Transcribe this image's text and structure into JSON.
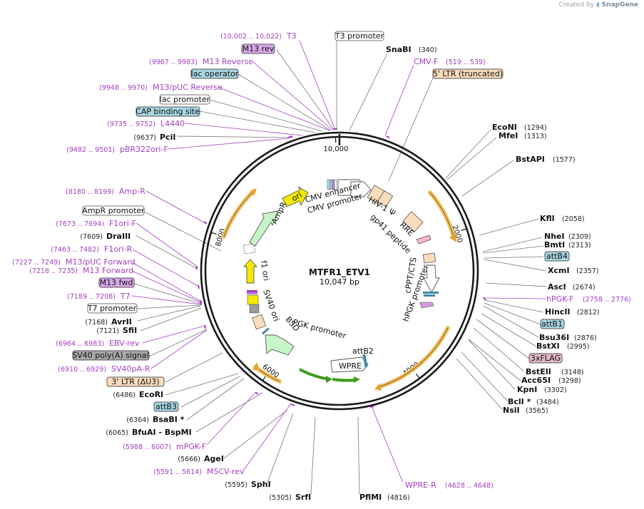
{
  "credit": {
    "prefix": "Created by",
    "brand": "SnapGene"
  },
  "plasmid": {
    "name": "MTFR1_ETV1",
    "length_label": "10,047 bp",
    "length": 10047
  },
  "ticks": [
    {
      "pos": 2000,
      "label": "2000"
    },
    {
      "pos": 4000,
      "label": "4000"
    },
    {
      "pos": 6000,
      "label": "6000"
    },
    {
      "pos": 8000,
      "label": "8000"
    },
    {
      "pos": 10000,
      "label": "10,000"
    }
  ],
  "colors": {
    "primer": "#a43ec1",
    "enzyme": "#111111",
    "line": "#777777",
    "orange": "#e8a33c",
    "green": "#3f9a1d",
    "ori_yellow": "#f5e800",
    "ampr_green": "#c8f5c8",
    "peach": "#f9dcbc",
    "teal": "#a7d6e1"
  },
  "enzymes": [
    {
      "name": "SnaBI",
      "pos": "(340)"
    },
    {
      "name": "EcoNI",
      "pos": "(1294)"
    },
    {
      "name": "MfeI",
      "pos": "(1313)"
    },
    {
      "name": "BstAPI",
      "pos": "(1577)"
    },
    {
      "name": "KflI",
      "pos": "(2058)"
    },
    {
      "name": "NheI",
      "pos": "(2309)"
    },
    {
      "name": "BmtI",
      "pos": "(2313)"
    },
    {
      "name": "XcmI",
      "pos": "(2357)"
    },
    {
      "name": "AscI",
      "pos": "(2674)"
    },
    {
      "name": "HincII",
      "pos": "(2812)"
    },
    {
      "name": "Bsu36I",
      "pos": "(2876)"
    },
    {
      "name": "BstXI",
      "pos": "(2995)"
    },
    {
      "name": "BstEII",
      "pos": "(3148)"
    },
    {
      "name": "Acc65I",
      "pos": "(3298)"
    },
    {
      "name": "KpnI",
      "pos": "(3302)"
    },
    {
      "name": "BclI *",
      "pos": "(3484)"
    },
    {
      "name": "NsiI",
      "pos": "(3565)"
    },
    {
      "name": "PflMI",
      "pos": "(4816)"
    },
    {
      "name": "SrfI",
      "pos": "(5305)"
    },
    {
      "name": "SphI",
      "pos": "(5595)"
    },
    {
      "name": "AgeI",
      "pos": "(5666)"
    },
    {
      "name": "BfuAI - BspMI",
      "pos": "(6065)"
    },
    {
      "name": "BsaBI *",
      "pos": "(6364)"
    },
    {
      "name": "EcoRI",
      "pos": "(6486)"
    },
    {
      "name": "SfiI",
      "pos": "(7121)"
    },
    {
      "name": "AvrII",
      "pos": "(7168)"
    },
    {
      "name": "DraIII",
      "pos": "(7609)"
    },
    {
      "name": "PciI",
      "pos": "(9637)"
    }
  ],
  "primers": [
    {
      "name": "T3",
      "range": "(10,002 .. 10,022)"
    },
    {
      "name": "M13 Reverse",
      "range": "(9967 .. 9983)"
    },
    {
      "name": "M13/pUC Reverse",
      "range": "(9948 .. 9970)"
    },
    {
      "name": "L4440",
      "range": "(9735 .. 9752)"
    },
    {
      "name": "pBR322ori-F",
      "range": "(9482 .. 9501)"
    },
    {
      "name": "CMV-F",
      "range": "(519 .. 539)"
    },
    {
      "name": "hPGK-F",
      "range": "(2758 .. 2776)"
    },
    {
      "name": "WPRE-R",
      "range": "(4628 .. 4648)"
    },
    {
      "name": "MSCV-rev",
      "range": "(5591 .. 5614)"
    },
    {
      "name": "mPGK-F",
      "range": "(5988 .. 6007)"
    },
    {
      "name": "SV40pA-R",
      "range": "(6910 .. 6929)"
    },
    {
      "name": "EBV-rev",
      "range": "(6964 .. 6983)"
    },
    {
      "name": "T7",
      "range": "(7189 .. 7208)"
    },
    {
      "name": "M13 Forward",
      "range": "(7218 .. 7235)"
    },
    {
      "name": "M13/pUC Forward",
      "range": "(7227 .. 7249)"
    },
    {
      "name": "F1ori-R",
      "range": "(7463 .. 7482)"
    },
    {
      "name": "F1ori-F",
      "range": "(7673 .. 7694)"
    },
    {
      "name": "Amp-R",
      "range": "(8180 .. 8199)"
    }
  ],
  "feature_tags": [
    {
      "name": "T3 promoter",
      "style": "white"
    },
    {
      "name": "M13 rev",
      "style": "violet"
    },
    {
      "name": "lac operator",
      "style": "teal"
    },
    {
      "name": "lac promoter",
      "style": "white"
    },
    {
      "name": "CAP binding site",
      "style": "teal"
    },
    {
      "name": "5' LTR (truncated)",
      "style": "peach"
    },
    {
      "name": "attB4",
      "style": "teal"
    },
    {
      "name": "attB1",
      "style": "teal"
    },
    {
      "name": "3xFLAG",
      "style": "pink"
    },
    {
      "name": "AmpR promoter",
      "style": "white"
    },
    {
      "name": "M13 fwd",
      "style": "violet"
    },
    {
      "name": "T7 promoter",
      "style": "white"
    },
    {
      "name": "SV40 poly(A) signal",
      "style": "gray"
    },
    {
      "name": "3' LTR (ΔU3)",
      "style": "peach"
    },
    {
      "name": "attB3",
      "style": "teal"
    }
  ],
  "inner_labels": {
    "ori": "ori",
    "cmv_enhancer": "CMV enhancer",
    "cmv_promoter": "CMV promoter",
    "hiv_psi": "HIV-1 Ψ",
    "rre": "RRE",
    "gp41": "gp41 peptide",
    "cppt": "cPPT/CTS",
    "hpgk": "hPGK promoter",
    "attb2": "attB2",
    "wpre": "WPRE",
    "pgk": "PGK promoter",
    "bsd": "BSD",
    "sv40ori": "SV40 ori",
    "f1ori": "f1 ori",
    "ampr": "AmpR"
  }
}
